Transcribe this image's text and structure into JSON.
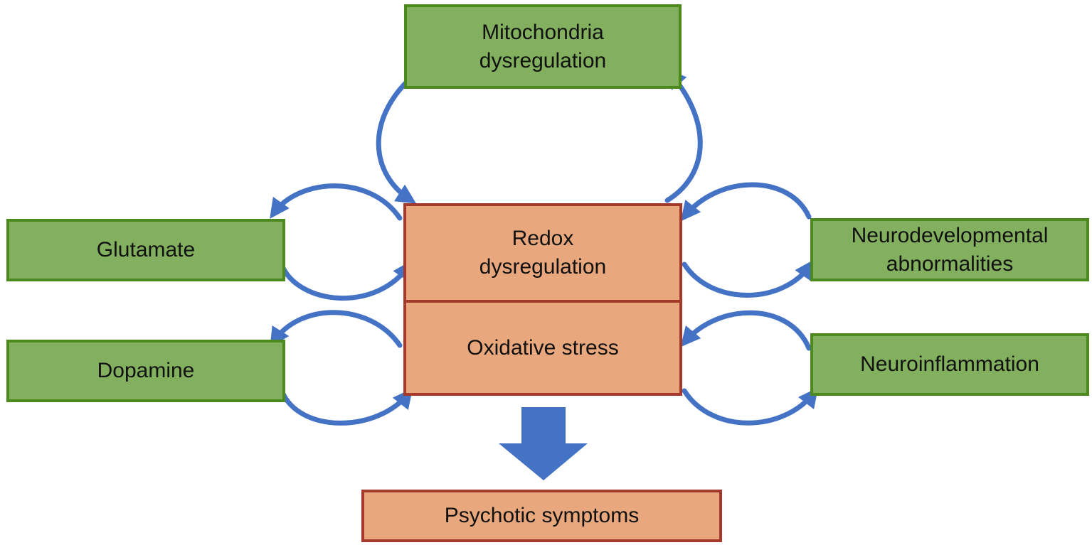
{
  "nodes": {
    "mitochondria": {
      "line1": "Mitochondria",
      "line2": "dysregulation"
    },
    "glutamate": {
      "label": "Glutamate"
    },
    "dopamine": {
      "label": "Dopamine"
    },
    "redox": {
      "line1": "Redox",
      "line2": "dysregulation"
    },
    "oxidative": {
      "label": "Oxidative stress"
    },
    "neurodev": {
      "line1": "Neurodevelopmental",
      "line2": "abnormalities"
    },
    "neuroinflammation": {
      "label": "Neuroinflammation"
    },
    "psychotic": {
      "label": "Psychotic symptoms"
    }
  },
  "colors": {
    "green_fill": "#82b05e",
    "green_border": "#4d8a1e",
    "orange_fill": "#e8a77c",
    "orange_border": "#a5392b",
    "arrow": "#4472c4"
  }
}
